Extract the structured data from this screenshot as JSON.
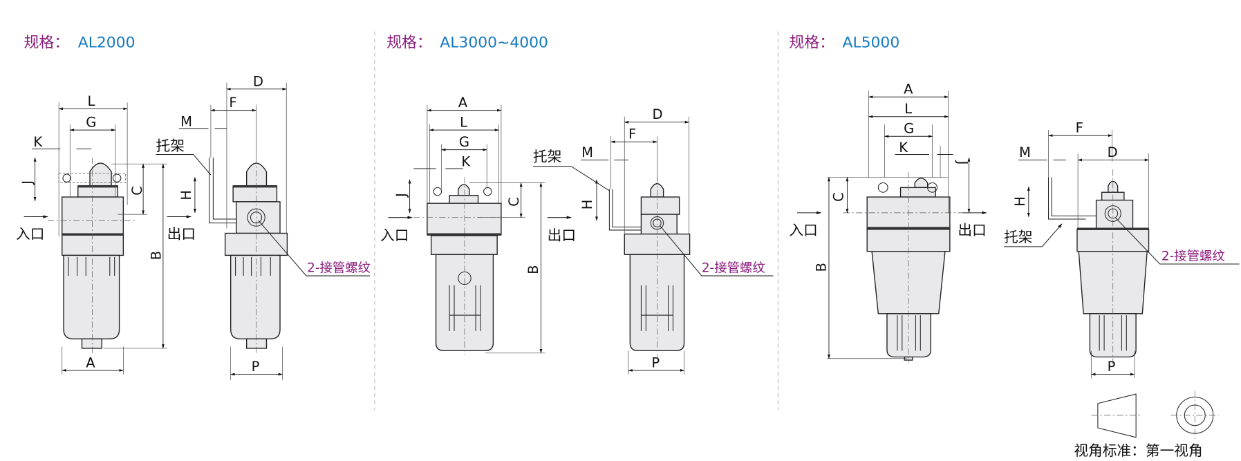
{
  "panels": [
    {
      "title_prefix": "规格：",
      "model": "AL2000"
    },
    {
      "title_prefix": "规格：",
      "model": "AL3000~4000"
    },
    {
      "title_prefix": "规格：",
      "model": "AL5000"
    }
  ],
  "dims": {
    "A": "A",
    "B": "B",
    "C": "C",
    "D": "D",
    "F": "F",
    "G": "G",
    "H": "H",
    "J": "J",
    "K": "K",
    "L": "L",
    "M": "M",
    "P": "P"
  },
  "labels": {
    "bracket": "托架",
    "inlet": "入口",
    "outlet": "出口",
    "thread": "2-接管螺纹"
  },
  "projection": {
    "label": "视角标准：第一视角"
  },
  "colors": {
    "prefix": "#8a1d7c",
    "model": "#1479c0",
    "thread": "#8a1d7c"
  }
}
